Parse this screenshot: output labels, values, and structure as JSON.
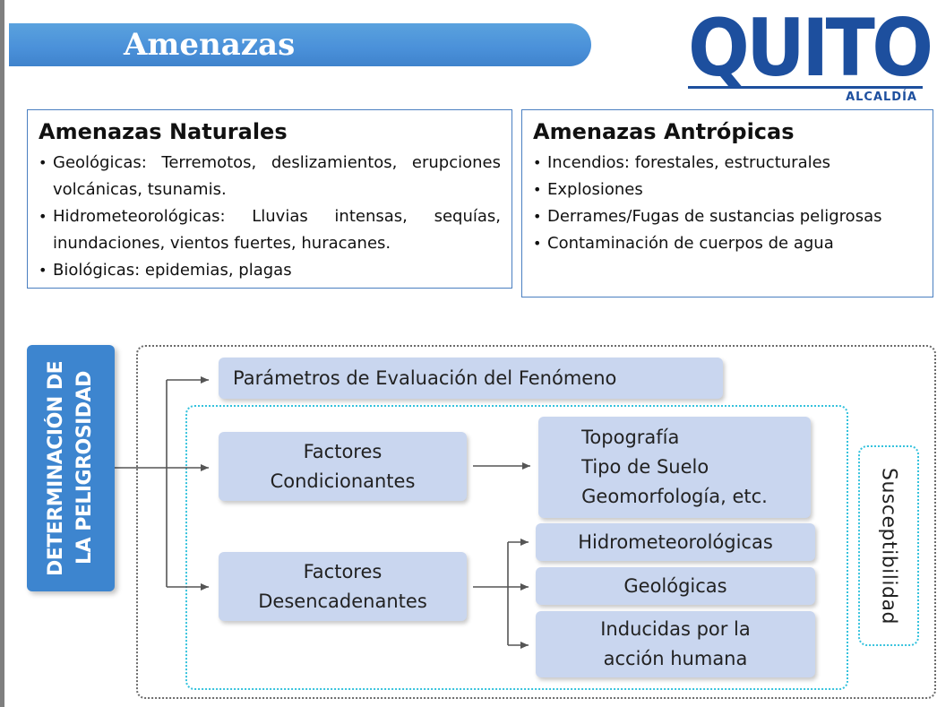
{
  "header": {
    "title": "Amenazas"
  },
  "logo": {
    "main": "QUITO",
    "sub": "ALCALDÍA"
  },
  "naturales": {
    "title": "Amenazas Naturales",
    "items": [
      "Geológicas: Terremotos, deslizamientos, erupciones volcánicas, tsunamis.",
      "Hidrometeorológicas: Lluvias intensas, sequías, inundaciones, vientos fuertes, huracanes.",
      "Biológicas: epidemias, plagas"
    ]
  },
  "antropicas": {
    "title": "Amenazas Antrópicas",
    "items": [
      "Incendios: forestales, estructurales",
      "Explosiones",
      "Derrames/Fugas de sustancias peligrosas",
      "Contaminación de cuerpos de agua"
    ]
  },
  "diagram": {
    "root": "DETERMINACIÓN DE LA PELIGROSIDAD",
    "parametros": "Parámetros de Evaluación del Fenómeno",
    "condicionantes": "Factores Condicionantes",
    "condicionantes_detail": [
      "Topografía",
      "Tipo de Suelo",
      "Geomorfología, etc."
    ],
    "desencadenantes": "Factores Desencadenantes",
    "desencadenantes_items": [
      "Hidrometeorológicas",
      "Geológicas",
      "Inducidas por la acción humana"
    ],
    "susceptibilidad": "Susceptibilidad"
  },
  "colors": {
    "header_blue": "#4a90d9",
    "logo_blue": "#1d4f9e",
    "root_box": "#3d85cf",
    "node_box": "#c9d6ef",
    "dotted_cyan": "#35c2dd"
  }
}
